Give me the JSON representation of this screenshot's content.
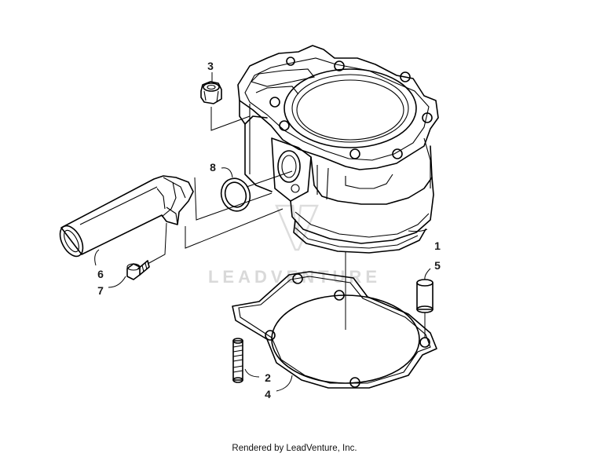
{
  "watermark": "LEADVENTURE",
  "credit": "Rendered by LeadVenture, Inc.",
  "callouts": [
    {
      "id": "cylinder",
      "label": "1"
    },
    {
      "id": "stud",
      "label": "2"
    },
    {
      "id": "nut",
      "label": "3"
    },
    {
      "id": "gasket",
      "label": "4"
    },
    {
      "id": "dowel-pin",
      "label": "5"
    },
    {
      "id": "intake-tube",
      "label": "6"
    },
    {
      "id": "bolt",
      "label": "7"
    },
    {
      "id": "o-ring",
      "label": "8"
    }
  ]
}
